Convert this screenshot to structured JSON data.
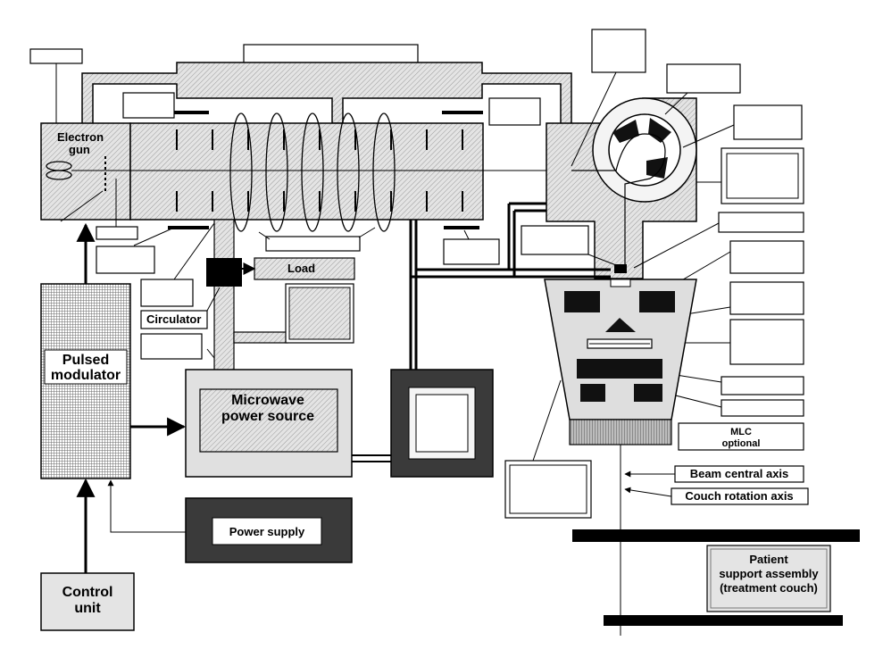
{
  "labels": {
    "electron_gun_line1": "Electron",
    "electron_gun_line2": "gun",
    "load": "Load",
    "circulator": "Circulator",
    "pulsed_modulator_line1": "Pulsed",
    "pulsed_modulator_line2": "modulator",
    "microwave_line1": "Microwave",
    "microwave_line2": "power source",
    "power_supply": "Power supply",
    "control_unit_line1": "Control",
    "control_unit_line2": "unit",
    "mlc_line1": "MLC",
    "mlc_line2": "optional",
    "beam_central_axis": "Beam central axis",
    "couch_rotation_axis": "Couch rotation axis",
    "patient_line1": "Patient",
    "patient_line2": "support assembly",
    "patient_line3": "(treatment couch)"
  },
  "colors": {
    "hatch": "#d6d6d6",
    "dark_fill": "#3a3a3a",
    "light_gray": "#e6e6e6",
    "black": "#000000"
  }
}
